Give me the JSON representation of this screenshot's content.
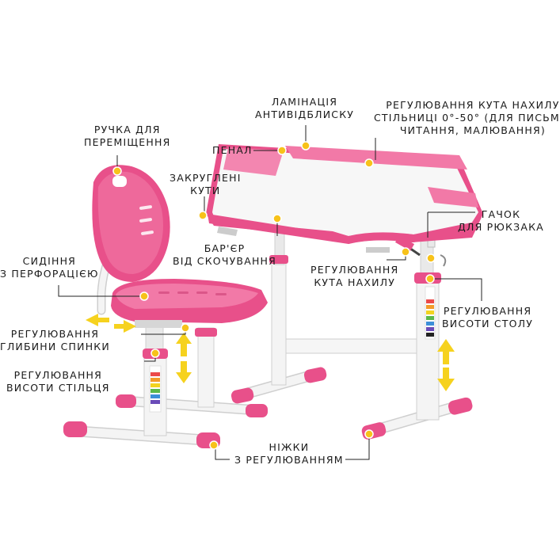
{
  "callouts": {
    "lamination": [
      "ЛАМІНАЦІЯ",
      "АНТИВІДБЛИСКУ"
    ],
    "tilt_range": [
      "РЕГУЛЮВАННЯ КУТА НАХИЛУ",
      "СТІЛЬНИЦІ 0°-50° (ДЛЯ ПИСЬМА,",
      "ЧИТАННЯ, МАЛЮВАННЯ)"
    ],
    "handle": [
      "РУЧКА ДЛЯ",
      "ПЕРЕМІЩЕННЯ"
    ],
    "pencil_case": [
      "ПЕНАЛ"
    ],
    "rounded_corners": [
      "ЗАКРУГЛЕНІ",
      "КУТИ"
    ],
    "hook": [
      "ГАЧОК",
      "ДЛЯ РЮКЗАКА"
    ],
    "slide_barrier": [
      "БАР'ЄР",
      "ВІД СКОЧУВАННЯ"
    ],
    "perforated_seat": [
      "СИДІННЯ",
      "З ПЕРФОРАЦІЄЮ"
    ],
    "tilt_adjust": [
      "РЕГУЛЮВАННЯ",
      "КУТА НАХИЛУ"
    ],
    "desk_height": [
      "РЕГУЛЮВАННЯ",
      "ВИСОТИ СТОЛУ"
    ],
    "back_depth": [
      "РЕГУЛЮВАННЯ",
      "ГЛИБИНИ СПИНКИ"
    ],
    "chair_height": [
      "РЕГУЛЮВАННЯ",
      "ВИСОТИ СТІЛЬЦЯ"
    ],
    "adjustable_legs": [
      "НІЖКИ",
      "З РЕГУЛЮВАННЯМ"
    ]
  },
  "colors": {
    "pink": "#e8508a",
    "pink_light": "#f279a7",
    "pink_dark": "#c93a72",
    "frame": "#f4f4f4",
    "frame_edge": "#cfcfcf",
    "tabletop": "#f7f7f7",
    "marker": "#f7c21a",
    "arrow": "#f6d21e",
    "leader": "#222222"
  }
}
